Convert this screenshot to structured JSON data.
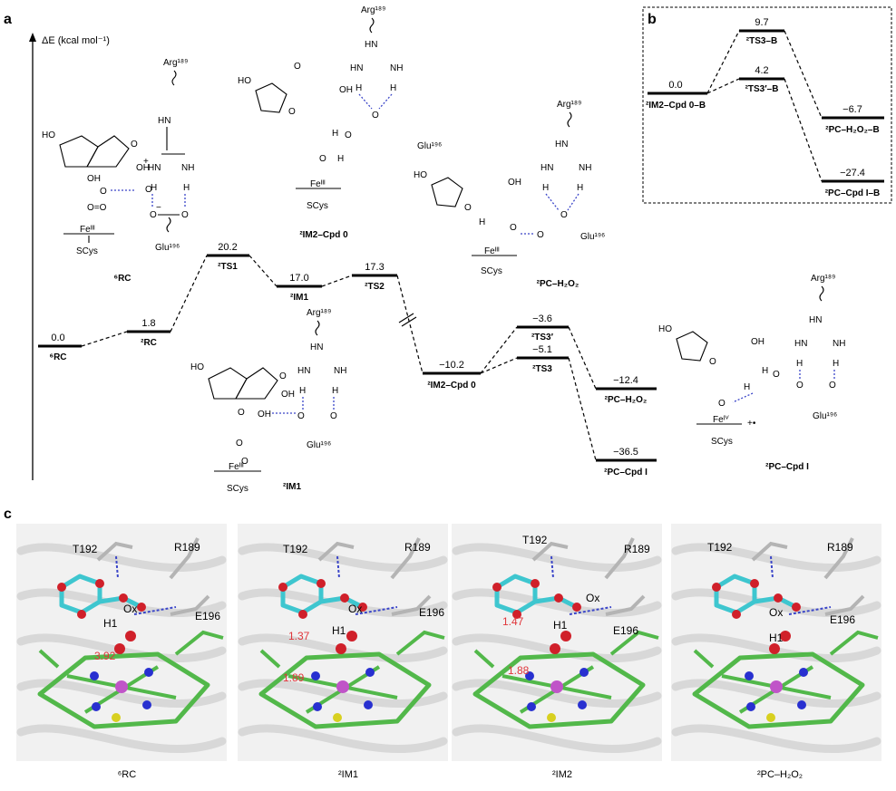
{
  "panels": {
    "a": "a",
    "b": "b",
    "c": "c"
  },
  "axis_label": "ΔE (kcal mol⁻¹)",
  "main_levels": [
    {
      "value": "0.0",
      "label": "⁶RC"
    },
    {
      "value": "1.8",
      "label": "²RC"
    },
    {
      "value": "20.2",
      "label": "²TS1"
    },
    {
      "value": "17.0",
      "label": "²IM1"
    },
    {
      "value": "17.3",
      "label": "²TS2"
    },
    {
      "value": "−10.2",
      "label": "²IM2–Cpd 0"
    },
    {
      "value": "−3.6",
      "label": "²TS3′"
    },
    {
      "value": "−5.1",
      "label": "²TS3"
    },
    {
      "value": "−12.4",
      "label": "²PC–H₂O₂"
    },
    {
      "value": "−36.5",
      "label": "²PC–Cpd I"
    }
  ],
  "inset_levels": [
    {
      "value": "0.0",
      "label": "²IM2–Cpd 0–B"
    },
    {
      "value": "9.7",
      "label": "²TS3–B"
    },
    {
      "value": "4.2",
      "label": "²TS3′–B"
    },
    {
      "value": "−6.7",
      "label": "²PC–H₂O₂–B"
    },
    {
      "value": "−27.4",
      "label": "²PC–Cpd I–B"
    }
  ],
  "structure_labels": [
    "⁶RC",
    "²IM2–Cpd 0",
    "²PC–H₂O₂",
    "²IM1",
    "²PC–Cpd I"
  ],
  "mol_text": {
    "arg": "Arg¹⁸⁹",
    "glu": "Glu¹⁹⁶",
    "scys": "SCys",
    "fe3": "Feᴵᴵᴵ",
    "fe4": "Feᴵⱽ",
    "ho": "HO",
    "oh": "OH",
    "o": "O",
    "oeqo": "O=O",
    "hn": "HN",
    "nh": "NH",
    "h": "H",
    "plus": "+",
    "minus": "−",
    "radical_cation": "+•"
  },
  "panel_c": {
    "captions": [
      "⁶RC",
      "²IM1",
      "²IM2",
      "²PC–H₂O₂"
    ],
    "residues": {
      "t192": "T192",
      "r189": "R189",
      "e196": "E196",
      "ox": "Ox",
      "h1": "H1"
    },
    "distances": [
      "3.92",
      "1.37",
      "1.89",
      "1.47",
      "1.88"
    ]
  },
  "colors": {
    "hbond": "#3a45c8",
    "distance": "#e0353a",
    "carbon_ligand": "#3ec6cf",
    "oxygen": "#d0202a",
    "heme": "#52b84a",
    "iron": "#c054c8",
    "nitrogen": "#2830d0",
    "sulfur": "#d8d020"
  }
}
